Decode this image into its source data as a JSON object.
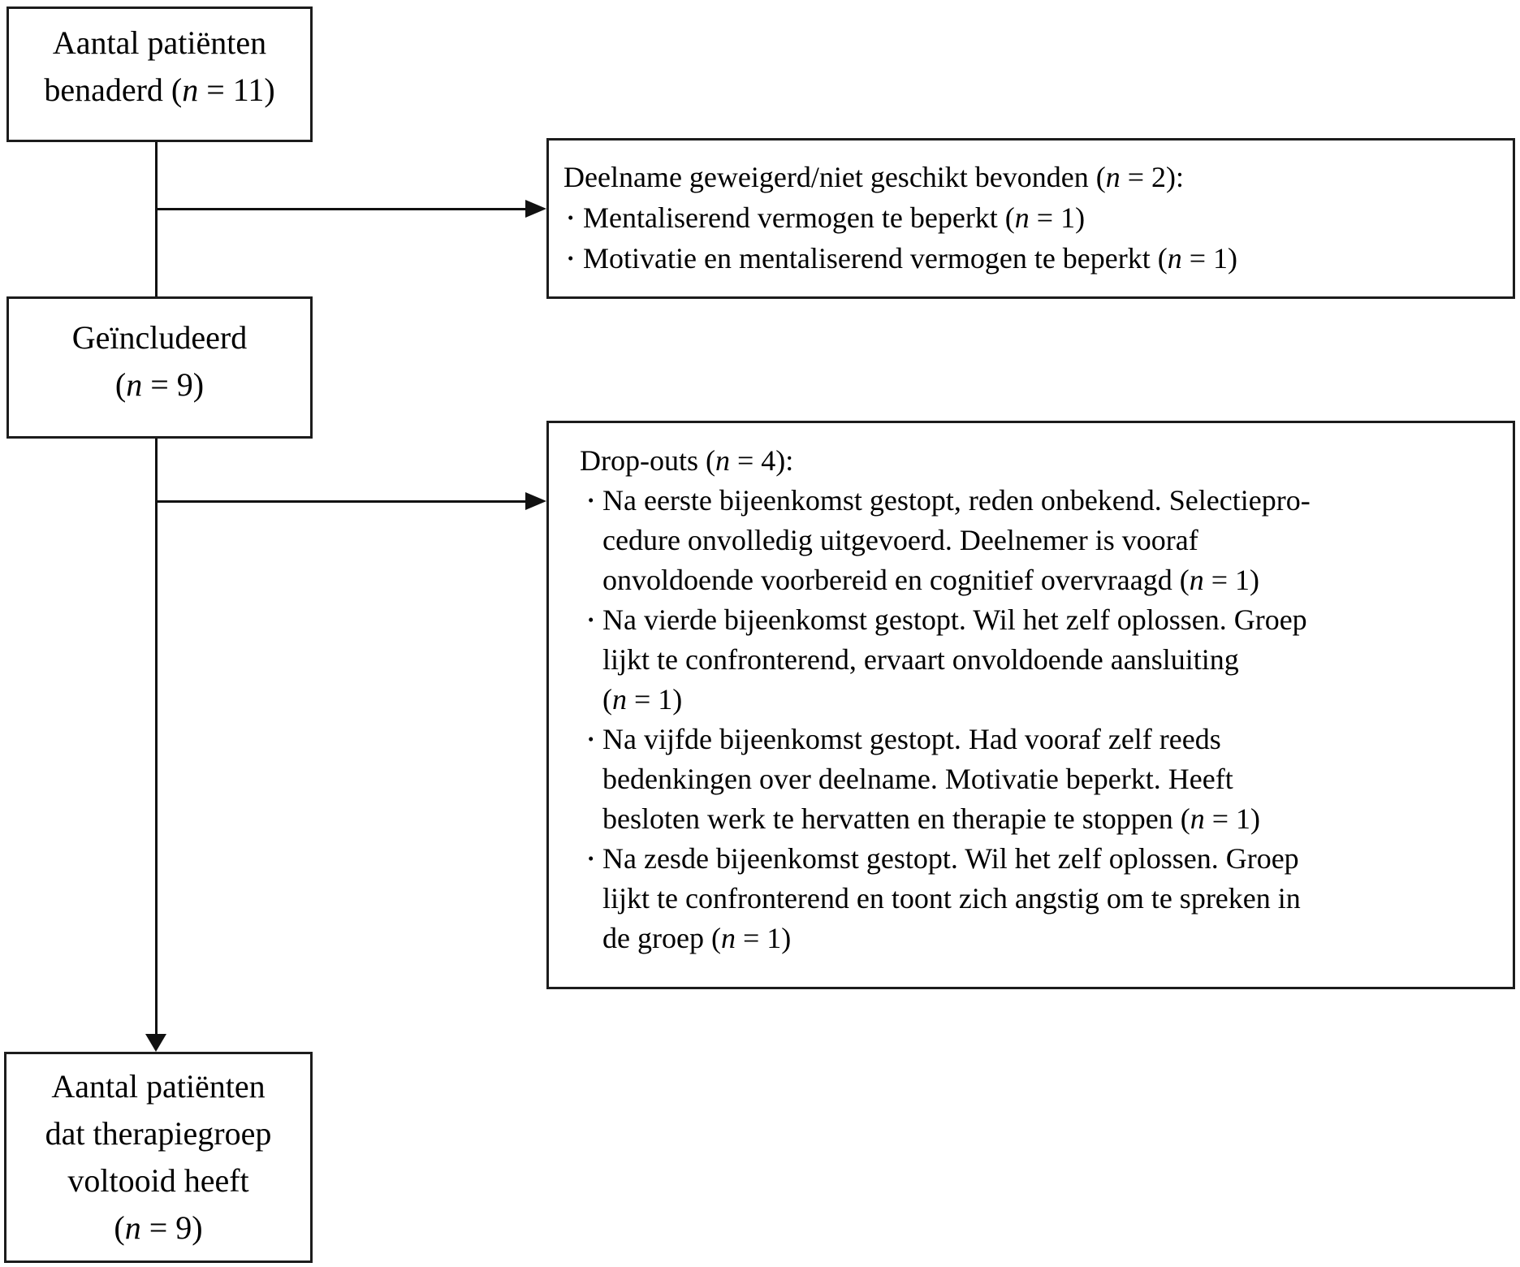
{
  "colors": {
    "background": "#ffffff",
    "box_border": "#1c1c1c",
    "line": "#111111",
    "text": "#000000"
  },
  "bullet_glyph": "•",
  "boxes": {
    "approached": {
      "text": "Aantal patiënten\nbenaderd (n = 11)"
    },
    "included": {
      "text": "Geïncludeerd\n(n = 9)"
    },
    "completed": {
      "text": "Aantal patiënten\ndat therapiegroep\nvoltooid heeft\n(n = 9)"
    },
    "refused": {
      "title": "Deelname geweigerd/niet geschikt bevonden (n = 2):",
      "bullets": [
        "Mentaliserend vermogen te beperkt (n = 1)",
        "Motivatie en mentaliserend vermogen te beperkt (n = 1)"
      ]
    },
    "dropouts": {
      "title": "Drop-outs (n = 4):",
      "bullets": [
        "Na eerste bijeenkomst gestopt, reden onbekend. Selectiepro-\ncedure onvolledig uitgevoerd. Deelnemer is vooraf\nonvoldoende voorbereid en cognitief overvraagd (n = 1)",
        "Na vierde bijeenkomst gestopt. Wil het zelf oplossen. Groep\nlijkt te confronterend, ervaart onvoldoende aansluiting\n(n = 1)",
        "Na vijfde bijeenkomst gestopt. Had vooraf zelf reeds\nbedenkingen over deelname. Motivatie beperkt. Heeft\nbesloten werk te hervatten en therapie te stoppen (n = 1)",
        "Na zesde bijeenkomst gestopt. Wil het zelf oplossen. Groep\nlijkt te confronterend en toont zich angstig om te spreken in\nde groep (n = 1)"
      ]
    }
  }
}
